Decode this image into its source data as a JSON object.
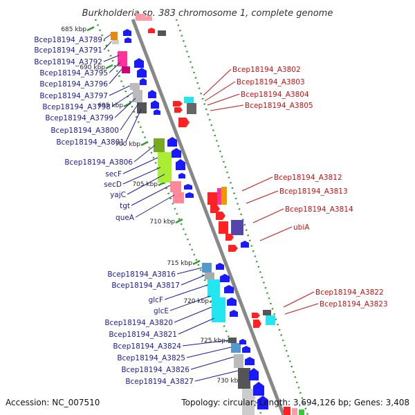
{
  "title": "Burkholderia sp. 383 chromosome 1, complete genome",
  "accession": "Accession: NC_007510",
  "topology": "Topology: circular; Length: 3,694,126 bp; Genes: 3,408",
  "colors": {
    "left_label": "#1a1aa0",
    "right_label": "#cc1111",
    "dotted_track": "#2f9a2f",
    "backbone": "#888888"
  },
  "ticks": [
    "685 kbp",
    "690 kbp",
    "695 kbp",
    "700 kbp",
    "705 kbp",
    "710 kbp",
    "715 kbp",
    "720 kbp",
    "725 kbp",
    "730 kbp"
  ],
  "left_genes": [
    "Bcep18194_A3789",
    "Bcep18194_A3791",
    "Bcep18194_A3792",
    "Bcep18194_A3795",
    "Bcep18194_A3796",
    "Bcep18194_A3797",
    "Bcep18194_A3798",
    "Bcep18194_A3799",
    "Bcep18194_A3800",
    "Bcep18194_A3801",
    "Bcep18194_A3806",
    "secF",
    "secD",
    "yajC",
    "tgt",
    "queA",
    "Bcep18194_A3816",
    "Bcep18194_A3817",
    "glcF",
    "glcE",
    "Bcep18194_A3820",
    "Bcep18194_A3821",
    "Bcep18194_A3824",
    "Bcep18194_A3825",
    "Bcep18194_A3826",
    "Bcep18194_A3827"
  ],
  "right_genes": [
    "Bcep18194_A3802",
    "Bcep18194_A3803",
    "Bcep18194_A3804",
    "Bcep18194_A3805",
    "Bcep18194_A3812",
    "Bcep18194_A3813",
    "Bcep18194_A3814",
    "ubiA",
    "Bcep18194_A3822",
    "Bcep18194_A3823"
  ]
}
